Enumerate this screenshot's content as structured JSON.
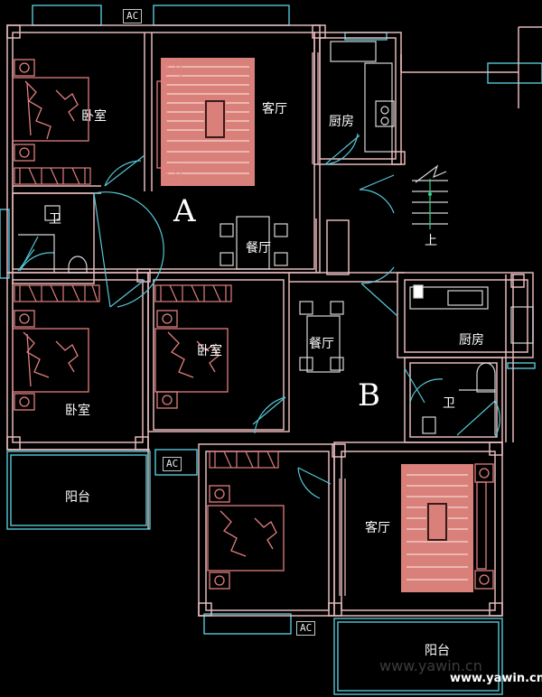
{
  "rooms": {
    "bedroom_a1": "卧室",
    "living_a": "客厅",
    "kitchen_a": "厨房",
    "bath_a": "卫",
    "dining_a": "餐厅",
    "bedroom_a2": "卧室",
    "bedroom_b1": "卧室",
    "dining_b": "餐厅",
    "kitchen_b": "厨房",
    "bath_b": "卫",
    "living_b": "客厅",
    "balcony_a": "阳台",
    "balcony_b": "阳台",
    "stair": "上"
  },
  "units": {
    "a": "A",
    "b": "B"
  },
  "ac_label": "AC",
  "watermark": {
    "ghost": "www.yawin.cn",
    "text": "www.yawin.cn"
  },
  "colors": {
    "wall": "#e6b9bb",
    "furniture": "#e27f7f",
    "rug": "#d9807a",
    "window": "#56c7d6",
    "line_white": "#d7d7d7"
  }
}
